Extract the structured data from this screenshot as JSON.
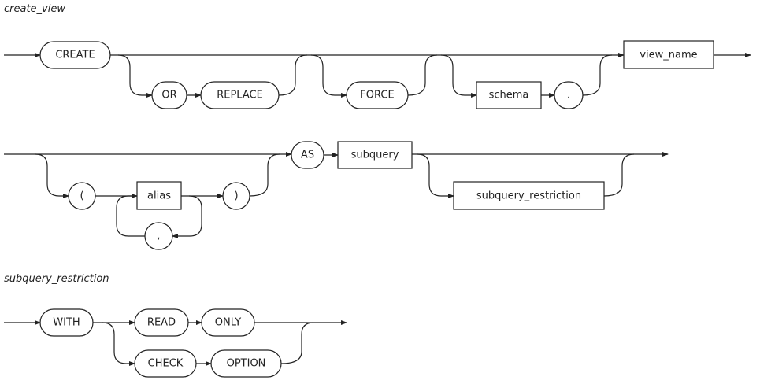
{
  "diagrams": [
    {
      "title": "create_view",
      "keywords": {
        "create": "CREATE",
        "or": "OR",
        "replace": "REPLACE",
        "force": "FORCE",
        "dot": ".",
        "lparen": "(",
        "rparen": ")",
        "comma": ",",
        "as": "AS"
      },
      "nonterminals": {
        "schema": "schema",
        "view_name": "view_name",
        "alias": "alias",
        "subquery": "subquery",
        "subquery_restriction": "subquery_restriction"
      }
    },
    {
      "title": "subquery_restriction",
      "keywords": {
        "with": "WITH",
        "read": "READ",
        "only": "ONLY",
        "check": "CHECK",
        "option": "OPTION"
      }
    }
  ]
}
